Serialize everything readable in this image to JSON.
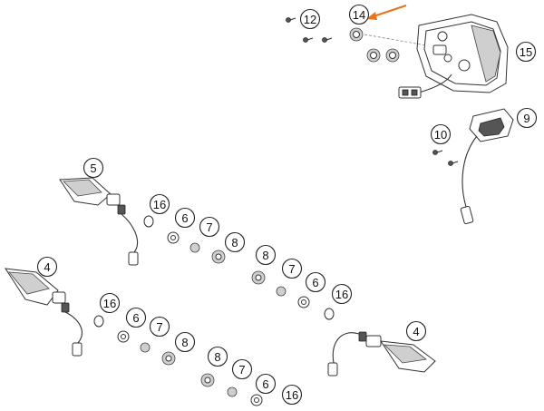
{
  "diagram": {
    "callouts": [
      {
        "id": "c12",
        "label": "12"
      },
      {
        "id": "c14",
        "label": "14",
        "highlight": true
      },
      {
        "id": "c15",
        "label": "15"
      },
      {
        "id": "c9",
        "label": "9"
      },
      {
        "id": "c10",
        "label": "10"
      },
      {
        "id": "c5",
        "label": "5"
      },
      {
        "id": "c16a",
        "label": "16"
      },
      {
        "id": "c6a",
        "label": "6"
      },
      {
        "id": "c7a",
        "label": "7"
      },
      {
        "id": "c8a",
        "label": "8"
      },
      {
        "id": "c8b",
        "label": "8"
      },
      {
        "id": "c7b",
        "label": "7"
      },
      {
        "id": "c6b",
        "label": "6"
      },
      {
        "id": "c16b",
        "label": "16"
      },
      {
        "id": "c4a",
        "label": "4"
      },
      {
        "id": "c16c",
        "label": "16"
      },
      {
        "id": "c6c",
        "label": "6"
      },
      {
        "id": "c7c",
        "label": "7"
      },
      {
        "id": "c8c",
        "label": "8"
      },
      {
        "id": "c4b",
        "label": "4"
      },
      {
        "id": "c8d",
        "label": "8"
      },
      {
        "id": "c7d",
        "label": "7"
      },
      {
        "id": "c6d",
        "label": "6"
      },
      {
        "id": "c16d",
        "label": "16"
      }
    ],
    "colors": {
      "highlight": "#e8731e",
      "line": "#222222",
      "background": "#ffffff"
    }
  }
}
